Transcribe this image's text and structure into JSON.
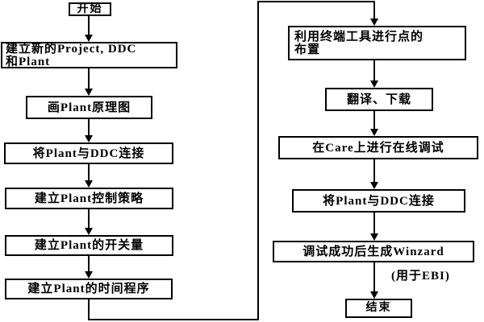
{
  "diagram": {
    "type": "flowchart",
    "colors": {
      "background": "#ffffff",
      "line": "#000000",
      "text": "#000000",
      "node_fill": "#ffffff"
    },
    "nodes": [
      {
        "id": "start",
        "type": "terminal",
        "label": "开始"
      },
      {
        "id": "create-project",
        "type": "process",
        "label": "建立新的Project, DDC\n和Plant"
      },
      {
        "id": "draw-plant-diagram",
        "type": "process",
        "label": "画Plant原理图"
      },
      {
        "id": "connect-plant-ddc",
        "type": "process",
        "label": "将Plant与DDC连接"
      },
      {
        "id": "control-strategy",
        "type": "process",
        "label": "建立Plant控制策略"
      },
      {
        "id": "switch-quantities",
        "type": "process",
        "label": "建立Plant的开关量"
      },
      {
        "id": "time-program",
        "type": "process",
        "label": "建立Plant的时间程序"
      },
      {
        "id": "terminal-tool-points",
        "type": "process",
        "label": "利用终端工具进行点的\n布置"
      },
      {
        "id": "translate-download",
        "type": "process",
        "label": "翻译、下载"
      },
      {
        "id": "care-online-debug",
        "type": "process",
        "label": "在Care上进行在线调试"
      },
      {
        "id": "connect-plant-ddc-2",
        "type": "process",
        "label": "将Plant与DDC连接"
      },
      {
        "id": "generate-winzard",
        "type": "process",
        "label": "调试成功后生成Winzard"
      },
      {
        "id": "end",
        "type": "terminal",
        "label": "结束"
      }
    ],
    "annotation": {
      "label": "(用于EBI)",
      "attached_to": "generate-winzard"
    },
    "edges": [
      {
        "from": "start",
        "to": "create-project"
      },
      {
        "from": "create-project",
        "to": "draw-plant-diagram"
      },
      {
        "from": "draw-plant-diagram",
        "to": "connect-plant-ddc"
      },
      {
        "from": "connect-plant-ddc",
        "to": "control-strategy"
      },
      {
        "from": "control-strategy",
        "to": "switch-quantities"
      },
      {
        "from": "switch-quantities",
        "to": "time-program"
      },
      {
        "from": "time-program",
        "to": "terminal-tool-points"
      },
      {
        "from": "terminal-tool-points",
        "to": "translate-download"
      },
      {
        "from": "translate-download",
        "to": "care-online-debug"
      },
      {
        "from": "care-online-debug",
        "to": "connect-plant-ddc-2"
      },
      {
        "from": "connect-plant-ddc-2",
        "to": "generate-winzard"
      },
      {
        "from": "generate-winzard",
        "to": "end"
      }
    ]
  }
}
